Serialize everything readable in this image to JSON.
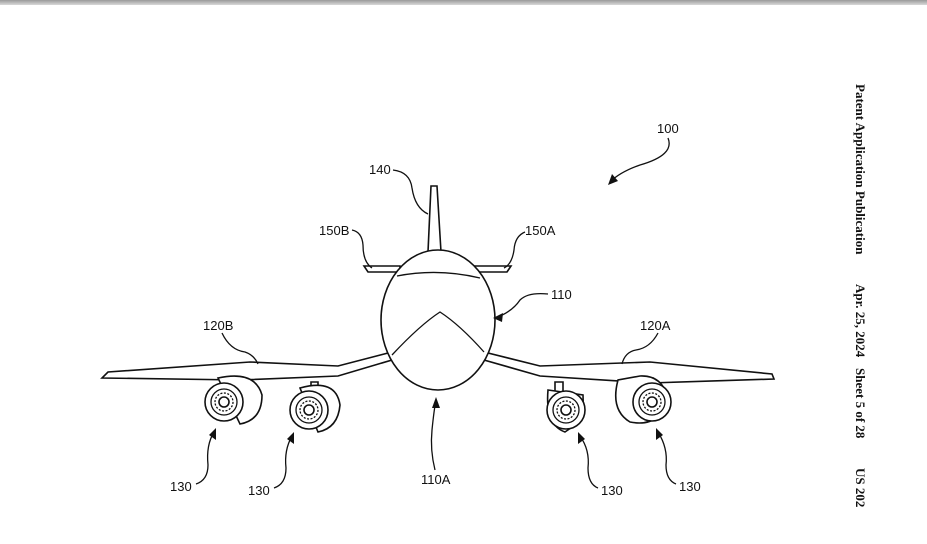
{
  "header": {
    "publication": "Patent Application Publication",
    "date": "Apr. 25, 2024",
    "sheet": "Sheet 5 of 28",
    "number": "US 202"
  },
  "figure": {
    "labels": {
      "aircraft": "100",
      "fuselage": "110",
      "nose": "110A",
      "wing_right": "120A",
      "wing_left": "120B",
      "engine_1": "130",
      "engine_2": "130",
      "engine_3": "130",
      "engine_4": "130",
      "tail_fin": "140",
      "stabilizer_right": "150A",
      "stabilizer_left": "150B"
    }
  }
}
